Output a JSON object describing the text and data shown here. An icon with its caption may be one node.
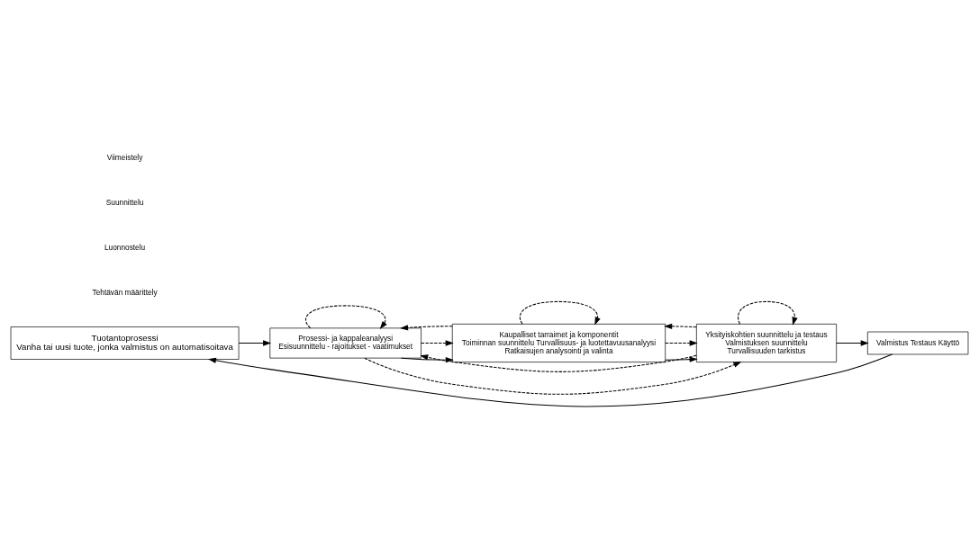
{
  "diagram": {
    "nodes": [
      {
        "text": [
          "Tuotantoprosessi",
          "Vanha tai uusi tuote, jonka valmistus on automatisoitava"
        ]
      },
      {
        "text": [
          "Prosessi- ja kappaleanalyysi",
          "Esisuunnittelu - rajoitukset - vaatimukset"
        ]
      },
      {
        "text": [
          "Kaupalliset tarraimet ja komponentit",
          "Toiminnan suunnittelu Turvallisuus- ja luotettavuusanalyysi",
          "Ratkaisujen analysointi ja valinta"
        ]
      },
      {
        "text": [
          "Yksityiskohtien suunnittelu ja testaus",
          "Valmistuksen suunnittelu",
          "Turvallisuuden tarkistus"
        ]
      },
      {
        "text": [
          "Valmistus Testaus Käyttö"
        ]
      }
    ],
    "edges": [
      {
        "from": 0,
        "to": 1,
        "arrow": "to"
      },
      {
        "from": 1,
        "to": 2,
        "arrow": "to"
      },
      {
        "from": 2,
        "to": 3,
        "arrow": "to"
      },
      {
        "from": 3,
        "to": 4,
        "arrow": "to"
      },
      {
        "from": 4,
        "to": 0,
        "arrow": "to"
      },
      {
        "from": 1,
        "to": 1,
        "arrow": "to",
        "style": "dashed"
      },
      {
        "from": 1,
        "to": 2,
        "arrow": "to",
        "style": "dashed"
      },
      {
        "from": 1,
        "to": 3,
        "arrow": "to",
        "style": "dashed"
      },
      {
        "from": 2,
        "to": 1,
        "arrow": "to",
        "style": "dashed"
      },
      {
        "from": 2,
        "to": 2,
        "arrow": "to",
        "style": "dashed"
      },
      {
        "from": 2,
        "to": 3,
        "arrow": "to",
        "style": "dashed"
      },
      {
        "from": 3,
        "to": 1,
        "arrow": "to",
        "style": "dashed"
      },
      {
        "from": 3,
        "to": 2,
        "arrow": "to",
        "style": "dashed"
      },
      {
        "from": 3,
        "to": 3,
        "arrow": "to",
        "style": "dashed"
      }
    ],
    "labels": [
      "Tehtävän määrittely",
      "Luonnostelu",
      "Suunnittelu",
      "Viimeistely"
    ]
  }
}
